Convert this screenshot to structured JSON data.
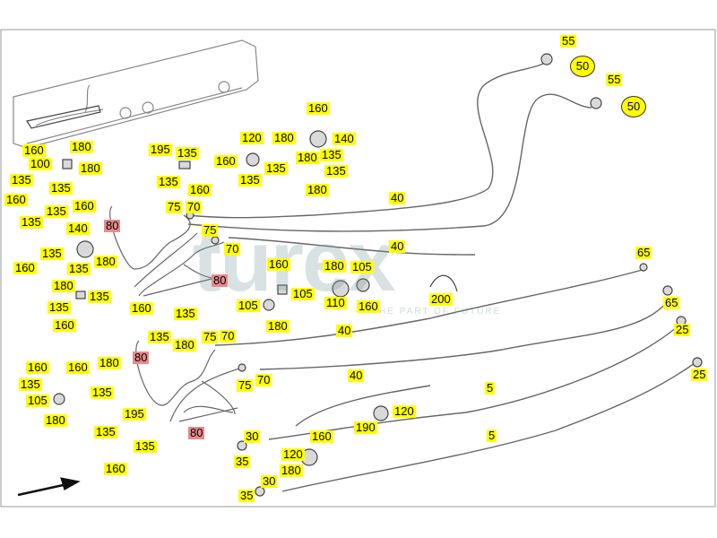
{
  "watermark": {
    "brand": "turex",
    "tagline": "THE PART OF FUTURE"
  },
  "callouts": [
    {
      "text": "55"
    },
    {
      "text": "50"
    },
    {
      "text": "55"
    },
    {
      "text": "50"
    },
    {
      "text": "160"
    },
    {
      "text": "160"
    },
    {
      "text": "180"
    },
    {
      "text": "120"
    },
    {
      "text": "180"
    },
    {
      "text": "140"
    },
    {
      "text": "135"
    },
    {
      "text": "135"
    },
    {
      "text": "135"
    },
    {
      "text": "180"
    },
    {
      "text": "195"
    },
    {
      "text": "135"
    },
    {
      "text": "160"
    },
    {
      "text": "135"
    },
    {
      "text": "135"
    },
    {
      "text": "160"
    },
    {
      "text": "180"
    },
    {
      "text": "100"
    },
    {
      "text": "180"
    },
    {
      "text": "135"
    },
    {
      "text": "135"
    },
    {
      "text": "160"
    },
    {
      "text": "135"
    },
    {
      "text": "160"
    },
    {
      "text": "135"
    },
    {
      "text": "140"
    },
    {
      "text": "80"
    },
    {
      "text": "75"
    },
    {
      "text": "70"
    },
    {
      "text": "75"
    },
    {
      "text": "70"
    },
    {
      "text": "40"
    },
    {
      "text": "40"
    },
    {
      "text": "135"
    },
    {
      "text": "160"
    },
    {
      "text": "135"
    },
    {
      "text": "180"
    },
    {
      "text": "180"
    },
    {
      "text": "135"
    },
    {
      "text": "135"
    },
    {
      "text": "160"
    },
    {
      "text": "80"
    },
    {
      "text": "160"
    },
    {
      "text": "105"
    },
    {
      "text": "105"
    },
    {
      "text": "180"
    },
    {
      "text": "180"
    },
    {
      "text": "105"
    },
    {
      "text": "110"
    },
    {
      "text": "160"
    },
    {
      "text": "200"
    },
    {
      "text": "65"
    },
    {
      "text": "65"
    },
    {
      "text": "25"
    },
    {
      "text": "25"
    },
    {
      "text": "160"
    },
    {
      "text": "135"
    },
    {
      "text": "135"
    },
    {
      "text": "180"
    },
    {
      "text": "75"
    },
    {
      "text": "70"
    },
    {
      "text": "40"
    },
    {
      "text": "80"
    },
    {
      "text": "160"
    },
    {
      "text": "180"
    },
    {
      "text": "135"
    },
    {
      "text": "105"
    },
    {
      "text": "160"
    },
    {
      "text": "135"
    },
    {
      "text": "180"
    },
    {
      "text": "195"
    },
    {
      "text": "135"
    },
    {
      "text": "135"
    },
    {
      "text": "160"
    },
    {
      "text": "80"
    },
    {
      "text": "75"
    },
    {
      "text": "70"
    },
    {
      "text": "40"
    },
    {
      "text": "5"
    },
    {
      "text": "5"
    },
    {
      "text": "190"
    },
    {
      "text": "120"
    },
    {
      "text": "30"
    },
    {
      "text": "35"
    },
    {
      "text": "120"
    },
    {
      "text": "160"
    },
    {
      "text": "30"
    },
    {
      "text": "180"
    },
    {
      "text": "35"
    }
  ]
}
